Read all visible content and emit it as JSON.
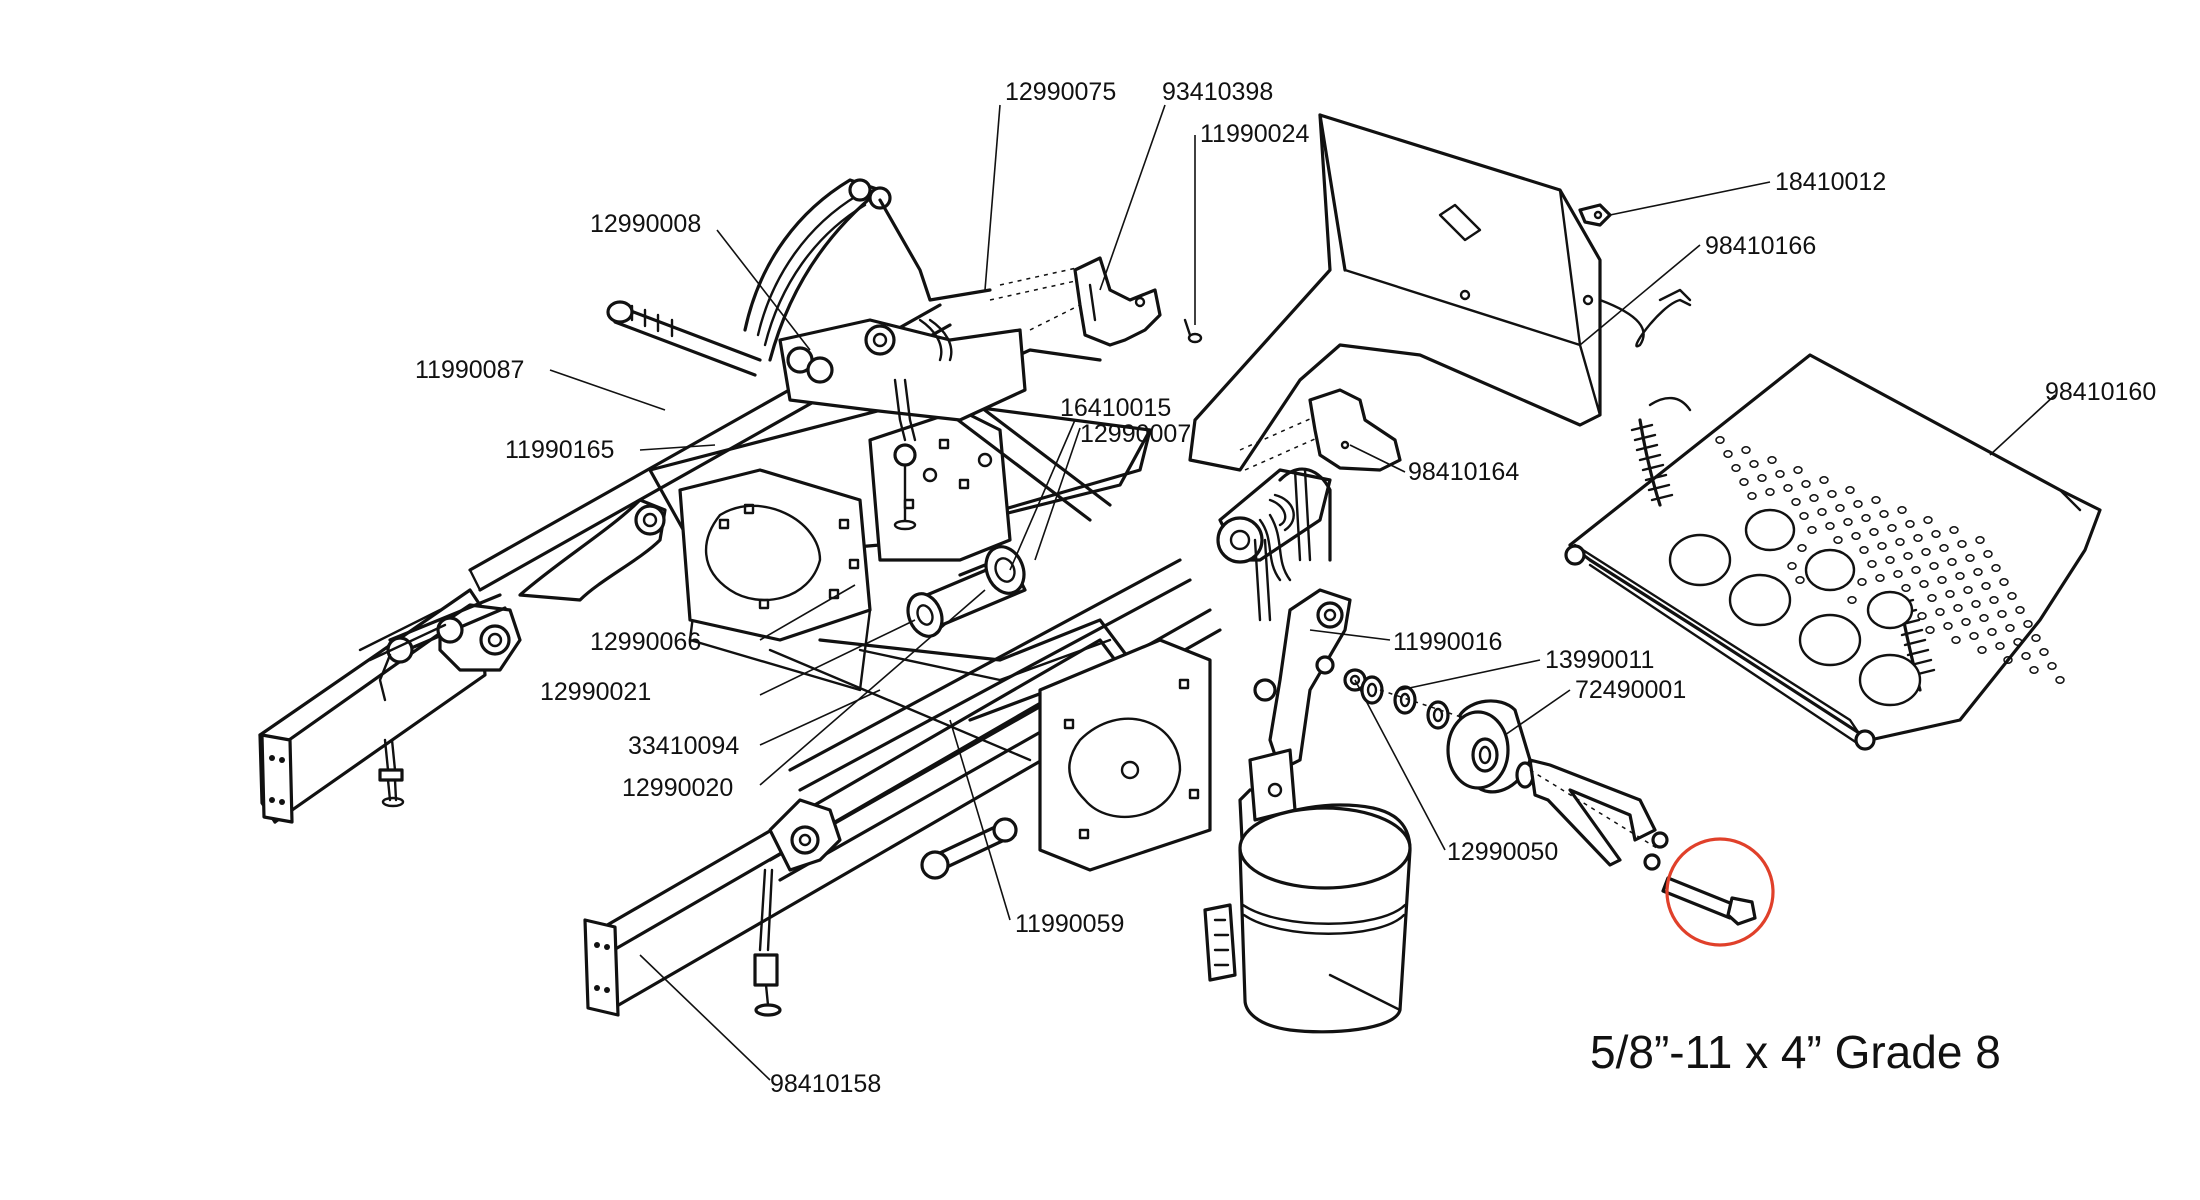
{
  "callouts": [
    {
      "id": "12990075",
      "label": "12990075"
    },
    {
      "id": "93410398",
      "label": "93410398"
    },
    {
      "id": "11990024",
      "label": "11990024"
    },
    {
      "id": "18410012",
      "label": "18410012"
    },
    {
      "id": "98410166",
      "label": "98410166"
    },
    {
      "id": "98410160",
      "label": "98410160"
    },
    {
      "id": "12990008",
      "label": "12990008"
    },
    {
      "id": "11990087",
      "label": "11990087"
    },
    {
      "id": "11990165",
      "label": "11990165"
    },
    {
      "id": "16410015",
      "label": "16410015"
    },
    {
      "id": "12990007",
      "label": "12990007"
    },
    {
      "id": "98410164",
      "label": "98410164"
    },
    {
      "id": "12990066",
      "label": "12990066"
    },
    {
      "id": "12990021",
      "label": "12990021"
    },
    {
      "id": "33410094",
      "label": "33410094"
    },
    {
      "id": "12990020",
      "label": "12990020"
    },
    {
      "id": "11990016",
      "label": "11990016"
    },
    {
      "id": "13990011",
      "label": "13990011"
    },
    {
      "id": "72490001",
      "label": "72490001"
    },
    {
      "id": "12990050",
      "label": "12990050"
    },
    {
      "id": "11990059",
      "label": "11990059"
    },
    {
      "id": "98410158",
      "label": "98410158"
    }
  ],
  "caption": "5/8”-11 x 4” Grade 8",
  "highlight": {
    "part": "bolt",
    "color": "#e0402a"
  }
}
